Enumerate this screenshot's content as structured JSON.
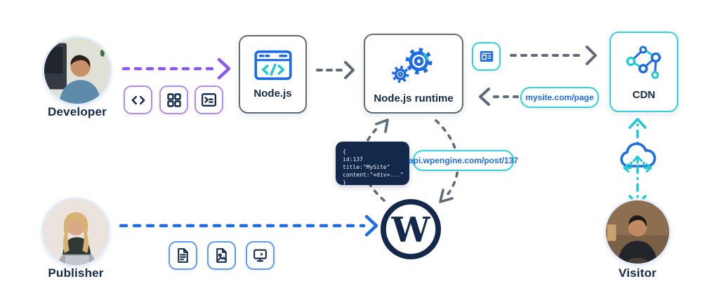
{
  "diagram": {
    "title_hidden": "",
    "personas": {
      "developer": {
        "label": "Developer"
      },
      "publisher": {
        "label": "Publisher"
      },
      "visitor": {
        "label": "Visitor"
      }
    },
    "nodes": {
      "nodejs": {
        "label": "Node.js"
      },
      "runtime": {
        "label": "Node.js runtime"
      },
      "cdn": {
        "label": "CDN"
      }
    },
    "pills": {
      "mysite": {
        "label": "mysite.com/page"
      },
      "api": {
        "label": "api.wpengine.com/post/137"
      }
    },
    "code_block": {
      "lines": [
        "{",
        "id:137",
        "title:\"MySite\"",
        "content:\"<div>...\"",
        "}"
      ]
    },
    "icons": {
      "developer_tools": [
        "code-icon",
        "grid-icon",
        "terminal-icon"
      ],
      "publisher_content": [
        "document-icon",
        "image-icon",
        "video-icon"
      ],
      "runtime_output": "webpage-icon",
      "visitor_path": "cloud-sync-icon",
      "cms": "wordpress-logo"
    },
    "colors": {
      "navy": "#13294B",
      "blue": "#1D6BE5",
      "aqua": "#1FC9D6",
      "purple": "#8A57F0",
      "gray": "#5F6B76"
    }
  }
}
